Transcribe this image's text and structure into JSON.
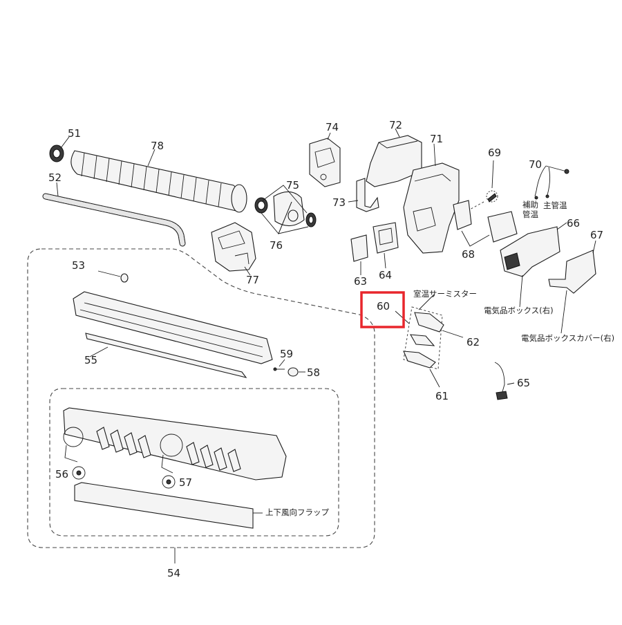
{
  "labels": {
    "p51": "51",
    "p52": "52",
    "p53": "53",
    "p54": "54",
    "p55": "55",
    "p56": "56",
    "p57": "57",
    "p58": "58",
    "p59": "59",
    "p60": "60",
    "p61": "61",
    "p62": "62",
    "p63": "63",
    "p64": "64",
    "p65": "65",
    "p66": "66",
    "p67": "67",
    "p68": "68",
    "p69": "69",
    "p70": "70",
    "p71": "71",
    "p72": "72",
    "p73": "73",
    "p74": "74",
    "p75": "75",
    "p76": "76",
    "p77": "77",
    "p78": "78"
  },
  "callouts": {
    "room_thermistor": "室温サーミスター",
    "aux_pipe_temp_1": "補助",
    "aux_pipe_temp_2": "管温",
    "main_pipe_temp": "主管温",
    "electrical_box_right": "電気品ボックス(右)",
    "electrical_box_cover_right": "電気品ボックスカバー(右)",
    "vertical_flap": "上下風向フラップ"
  },
  "highlight": {
    "part": "60",
    "color": "#e8262c"
  }
}
